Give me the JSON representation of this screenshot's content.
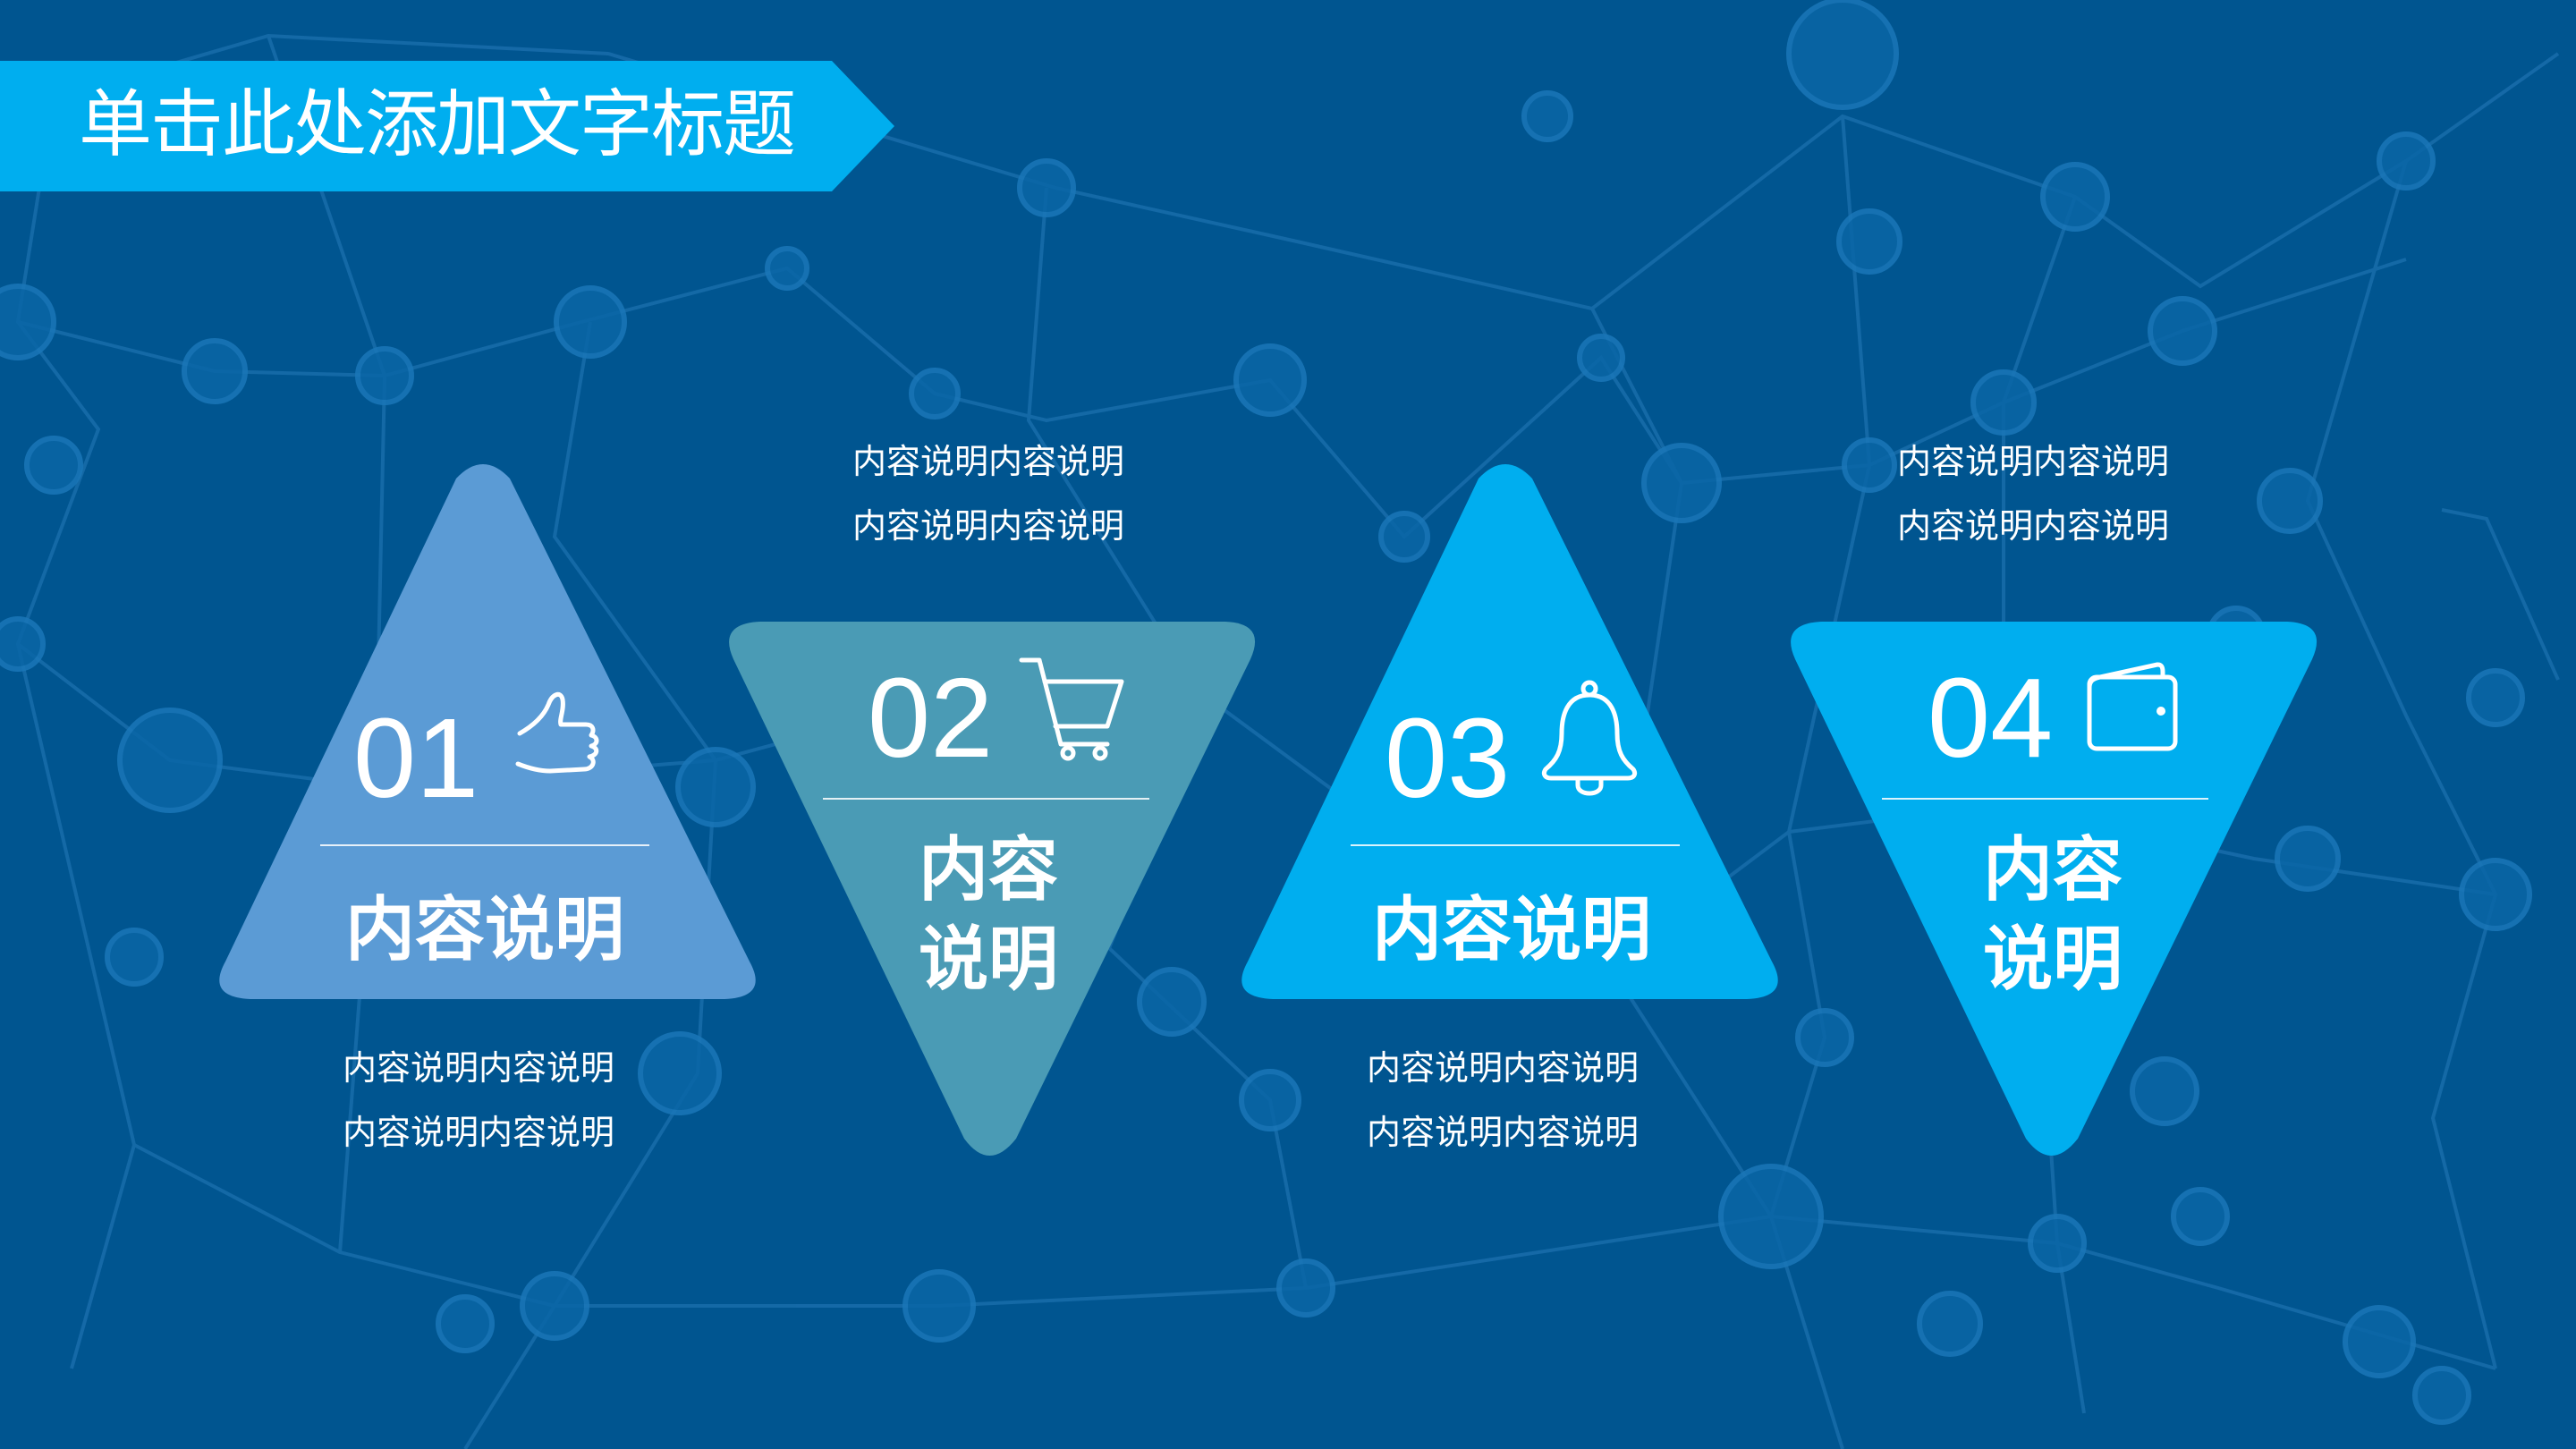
{
  "slide": {
    "title": "单击此处添加文字标题",
    "colors": {
      "background": "#005590",
      "banner": "#00aeef",
      "step1": "#5b9bd5",
      "step2": "#4a9bb5",
      "step3": "#00aeef",
      "step4": "#00aeef",
      "text": "#ffffff"
    }
  },
  "steps": [
    {
      "number": "01",
      "icon": "thumbs-up-icon",
      "label": "内容说明",
      "direction": "up",
      "desc": [
        "内容说明内容说明",
        "内容说明内容说明"
      ]
    },
    {
      "number": "02",
      "icon": "shopping-cart-icon",
      "label_line1": "内容",
      "label_line2": "说明",
      "direction": "down",
      "desc": [
        "内容说明内容说明",
        "内容说明内容说明"
      ]
    },
    {
      "number": "03",
      "icon": "bell-icon",
      "label": "内容说明",
      "direction": "up",
      "desc": [
        "内容说明内容说明",
        "内容说明内容说明"
      ]
    },
    {
      "number": "04",
      "icon": "wallet-icon",
      "label_line1": "内容",
      "label_line2": "说明",
      "direction": "down",
      "desc": [
        "内容说明内容说明",
        "内容说明内容说明"
      ]
    }
  ]
}
